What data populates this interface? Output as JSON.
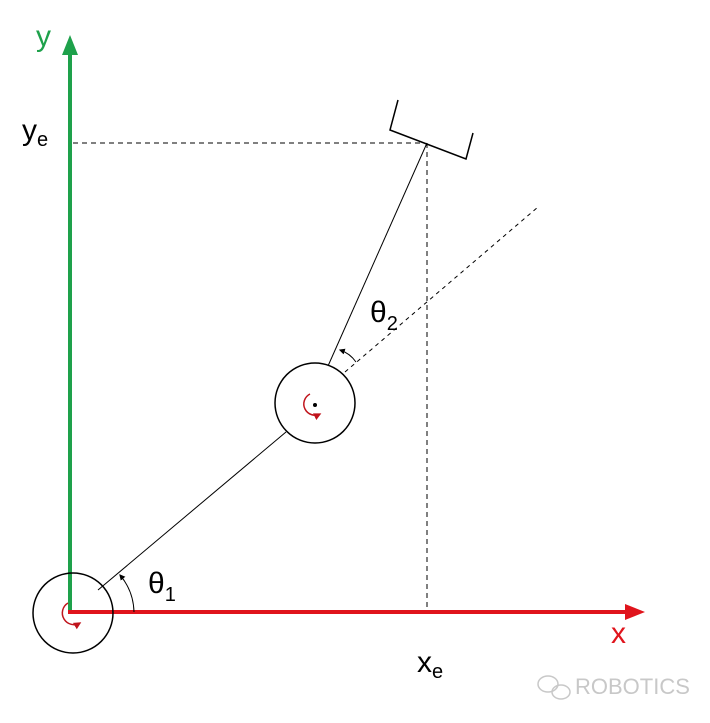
{
  "axes": {
    "x_label": "x",
    "y_label": "y",
    "x_color": "#e0141c",
    "y_color": "#1ea14b"
  },
  "labels": {
    "ye_main": "y",
    "ye_sub": "e",
    "xe_main": "x",
    "xe_sub": "e",
    "theta1_main": "θ",
    "theta1_sub": "1",
    "theta2_main": "θ",
    "theta2_sub": "2"
  },
  "watermark": {
    "text": "ROBOTICS",
    "icon": "wechat-icon"
  },
  "joint_rotation_color": "#c0141c"
}
